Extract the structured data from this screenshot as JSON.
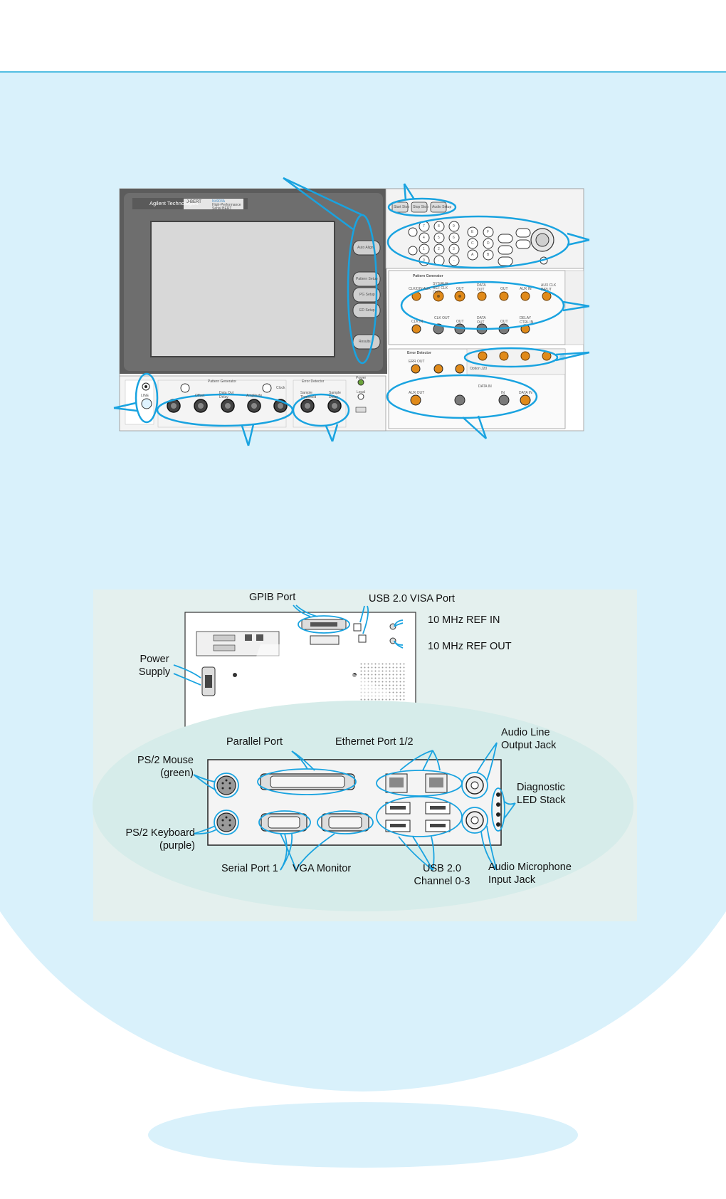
{
  "front_panel": {
    "brand": "Agilent Technologies",
    "model": "J-BERT",
    "model_sub": "N4903A",
    "model_desc1": "High-Performance",
    "model_desc2": "Serial BERT",
    "top_keys": [
      "Start Stop",
      "Stop Stop",
      "Audio Setup"
    ],
    "soft_keys": [
      "Auto Align",
      "Pattern Setup",
      "PG Setup",
      "ED Setup",
      "Results"
    ],
    "keypad": [
      "7",
      "8",
      "9",
      "4",
      "5",
      "6",
      "1",
      "2",
      "3",
      "0",
      ".",
      "-",
      "E",
      "F",
      "C",
      "D",
      "A",
      "B"
    ],
    "pg_section_title": "Pattern Generator",
    "pg_row1": [
      "CLK/DIV AUX",
      "SYS/AUX REF CLK OUT",
      "OUT",
      "DATA OUT",
      "OUT",
      "AUX IN",
      "AUX CLK INPUT"
    ],
    "pg_row2": [
      "CLK IN",
      "CLK OUT",
      "OUT",
      "DATA OUT",
      "OUT",
      "DELAY CTRL IN"
    ],
    "ed_section_title": "Error Detector",
    "ed_row1": [
      "ERR OUT",
      "",
      ""
    ],
    "option_text": "Option J20",
    "ed_row2": [
      "AUX OUT",
      "DATA IN",
      "IN",
      "DATA IN"
    ],
    "bottom_left": [
      "LINE"
    ],
    "bottom_pg_title": "Pattern Generator",
    "bottom_pg_labels": [
      "Offset",
      "Data Out Delay",
      "Amplitude",
      "Clock"
    ],
    "bottom_ed_title": "Error Detector",
    "bottom_ed_labels": [
      "Sample Threshold",
      "Sample Delay"
    ],
    "power_label": "Power",
    "local_label": "Local"
  },
  "rear_panel": {
    "labels": {
      "gpib": "GPIB Port",
      "usb_visa": "USB 2.0 VISA Port",
      "ref_in": "10 MHz REF IN",
      "ref_out": "10 MHz REF OUT",
      "power_supply_1": "Power",
      "power_supply_2": "Supply",
      "parallel": "Parallel Port",
      "ethernet": "Ethernet Port 1/2",
      "audio_line_1": "Audio Line",
      "audio_line_2": "Output Jack",
      "ps2_mouse_1": "PS/2 Mouse",
      "ps2_mouse_2": "(green)",
      "diag_1": "Diagnostic",
      "diag_2": "LED Stack",
      "ps2_kb_1": "PS/2 Keyboard",
      "ps2_kb_2": "(purple)",
      "serial": "Serial Port 1",
      "vga": "VGA Monitor",
      "usb_ch_1": "USB 2.0",
      "usb_ch_2": "Channel 0-3",
      "audio_mic_1": "Audio Microphone",
      "audio_mic_2": "Input Jack"
    }
  },
  "colors": {
    "background_blue": "#d9f1fb",
    "rule_blue": "#1aa8d8",
    "callout_blue": "#19a3e0",
    "connector_orange": "#e08a1a",
    "panel_gray": "#ececec"
  }
}
